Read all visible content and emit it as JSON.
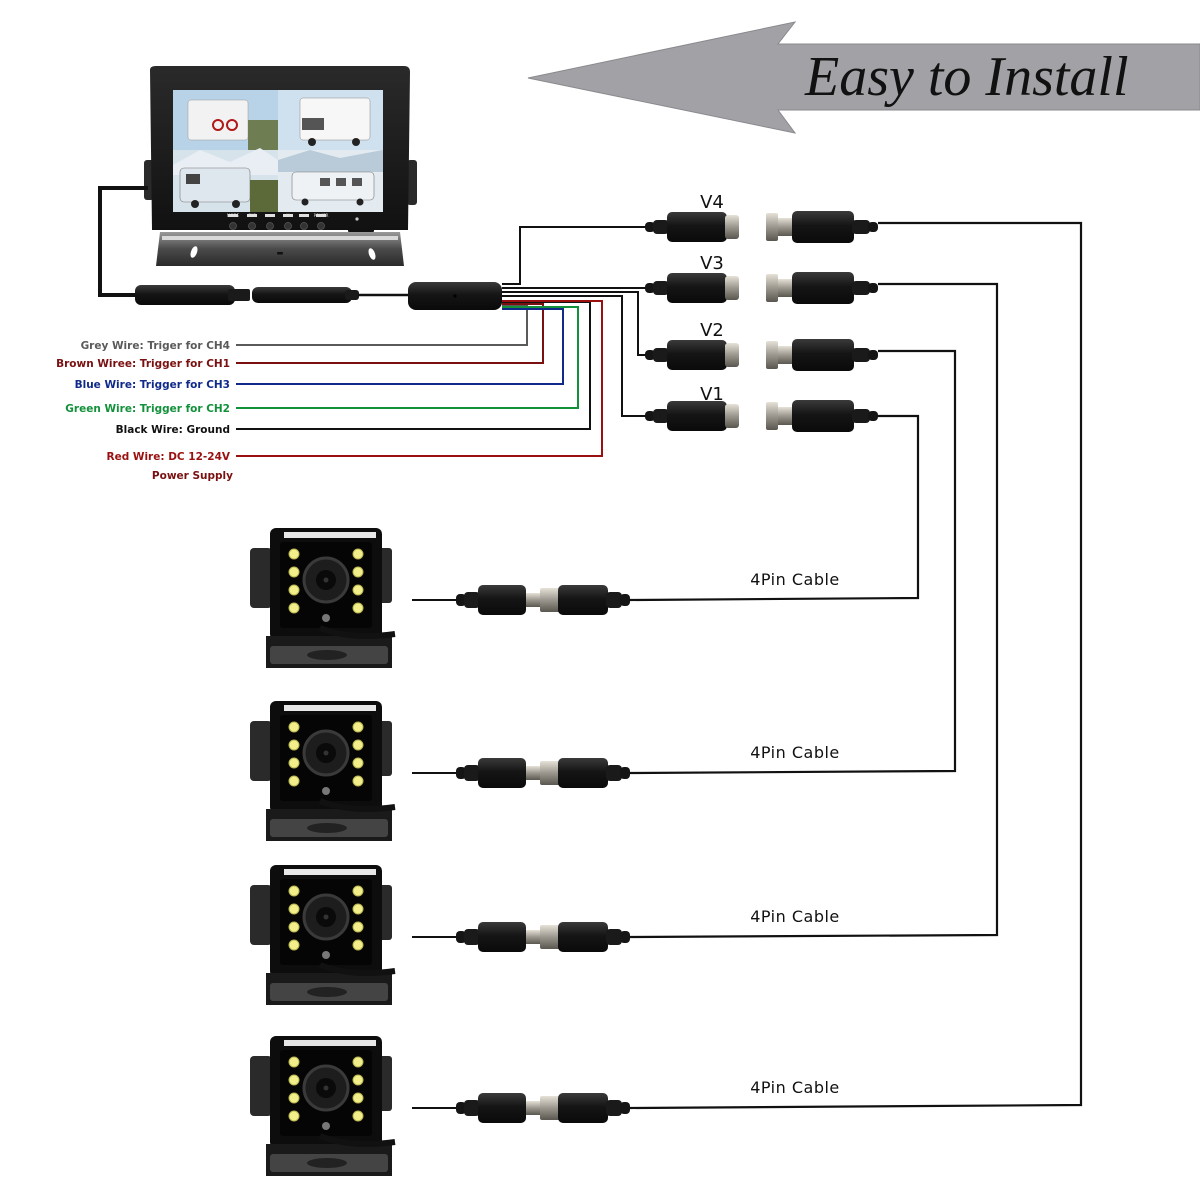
{
  "banner": {
    "title": "Easy to Install",
    "arrow_color": "#a2a1a6"
  },
  "monitor": {
    "buttons": [
      "MODE",
      "SYS",
      "-",
      "M",
      "+",
      "POWER"
    ],
    "screen_views": [
      "camper-with-bikes",
      "motorhome-front",
      "motorhome-side",
      "caravan-snow"
    ]
  },
  "video_ports": [
    {
      "label": "V4"
    },
    {
      "label": "V3"
    },
    {
      "label": "V2"
    },
    {
      "label": "V1"
    }
  ],
  "wires": [
    {
      "label": "Grey Wire: Triger for CH4",
      "color": "#5a5a5a"
    },
    {
      "label": "Brown Wiree: Trigger for CH1",
      "color": "#7a1010"
    },
    {
      "label": "Blue Wire: Trigger for CH3",
      "color": "#102a8a"
    },
    {
      "label": "Green Wire: Trigger for CH2",
      "color": "#12913a"
    },
    {
      "label": "Black Wire: Ground",
      "color": "#111111"
    },
    {
      "label": "Red Wire: DC 12-24V",
      "color": "#9a1010"
    }
  ],
  "power_note": "Power Supply",
  "cameras": [
    {
      "cable_label": "4Pin Cable",
      "connects_to": "V1"
    },
    {
      "cable_label": "4Pin Cable",
      "connects_to": "V2"
    },
    {
      "cable_label": "4Pin Cable",
      "connects_to": "V3"
    },
    {
      "cable_label": "4Pin Cable",
      "connects_to": "V4"
    }
  ]
}
